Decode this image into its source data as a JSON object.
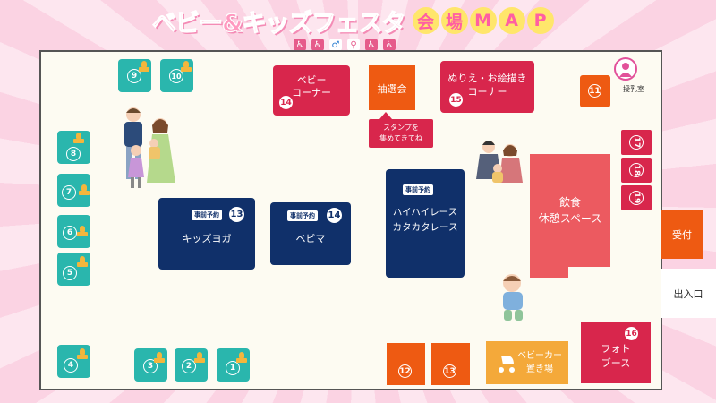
{
  "title": {
    "main": "ベビー&キッズフェスタ",
    "chars": [
      "会",
      "場",
      "M",
      "A",
      "P"
    ]
  },
  "restroom_icons": [
    "baby-changing-icon",
    "wheelchair-icon",
    "male-icon",
    "female-icon",
    "wheelchair-icon",
    "baby-changing-icon"
  ],
  "stamps_left": [
    "9",
    "10",
    "8",
    "7",
    "6",
    "5",
    "4"
  ],
  "stamps_bottom": [
    "3",
    "2",
    "1"
  ],
  "kids_yoga": {
    "badge": "事前予約",
    "num": "13",
    "label": "キッズヨガ"
  },
  "bebima": {
    "badge": "事前予約",
    "num": "14",
    "label": "ベビマ"
  },
  "haihai": {
    "badge": "事前予約",
    "label1": "ハイハイレース",
    "label2": "カタカタレース"
  },
  "baby_corner": {
    "label1": "ベビー",
    "label2": "コーナー",
    "num": "14"
  },
  "lottery": {
    "label": "抽選会",
    "note1": "スタンプを",
    "note2": "集めてきてね"
  },
  "coloring": {
    "label1": "ぬりえ・お絵描き",
    "label2": "コーナー",
    "num": "15"
  },
  "booth11": "11",
  "nursing_room": "授乳室",
  "side_booths": [
    "17",
    "18",
    "19"
  ],
  "food": {
    "label1": "飲食",
    "label2": "休憩スペース"
  },
  "reception": "受付",
  "entrance": "出入口",
  "photo": {
    "num": "16",
    "label1": "フォト",
    "label2": "ブース"
  },
  "stroller": {
    "label1": "ベビーカー",
    "label2": "置き場"
  },
  "bottom_booths": [
    "12",
    "13"
  ]
}
